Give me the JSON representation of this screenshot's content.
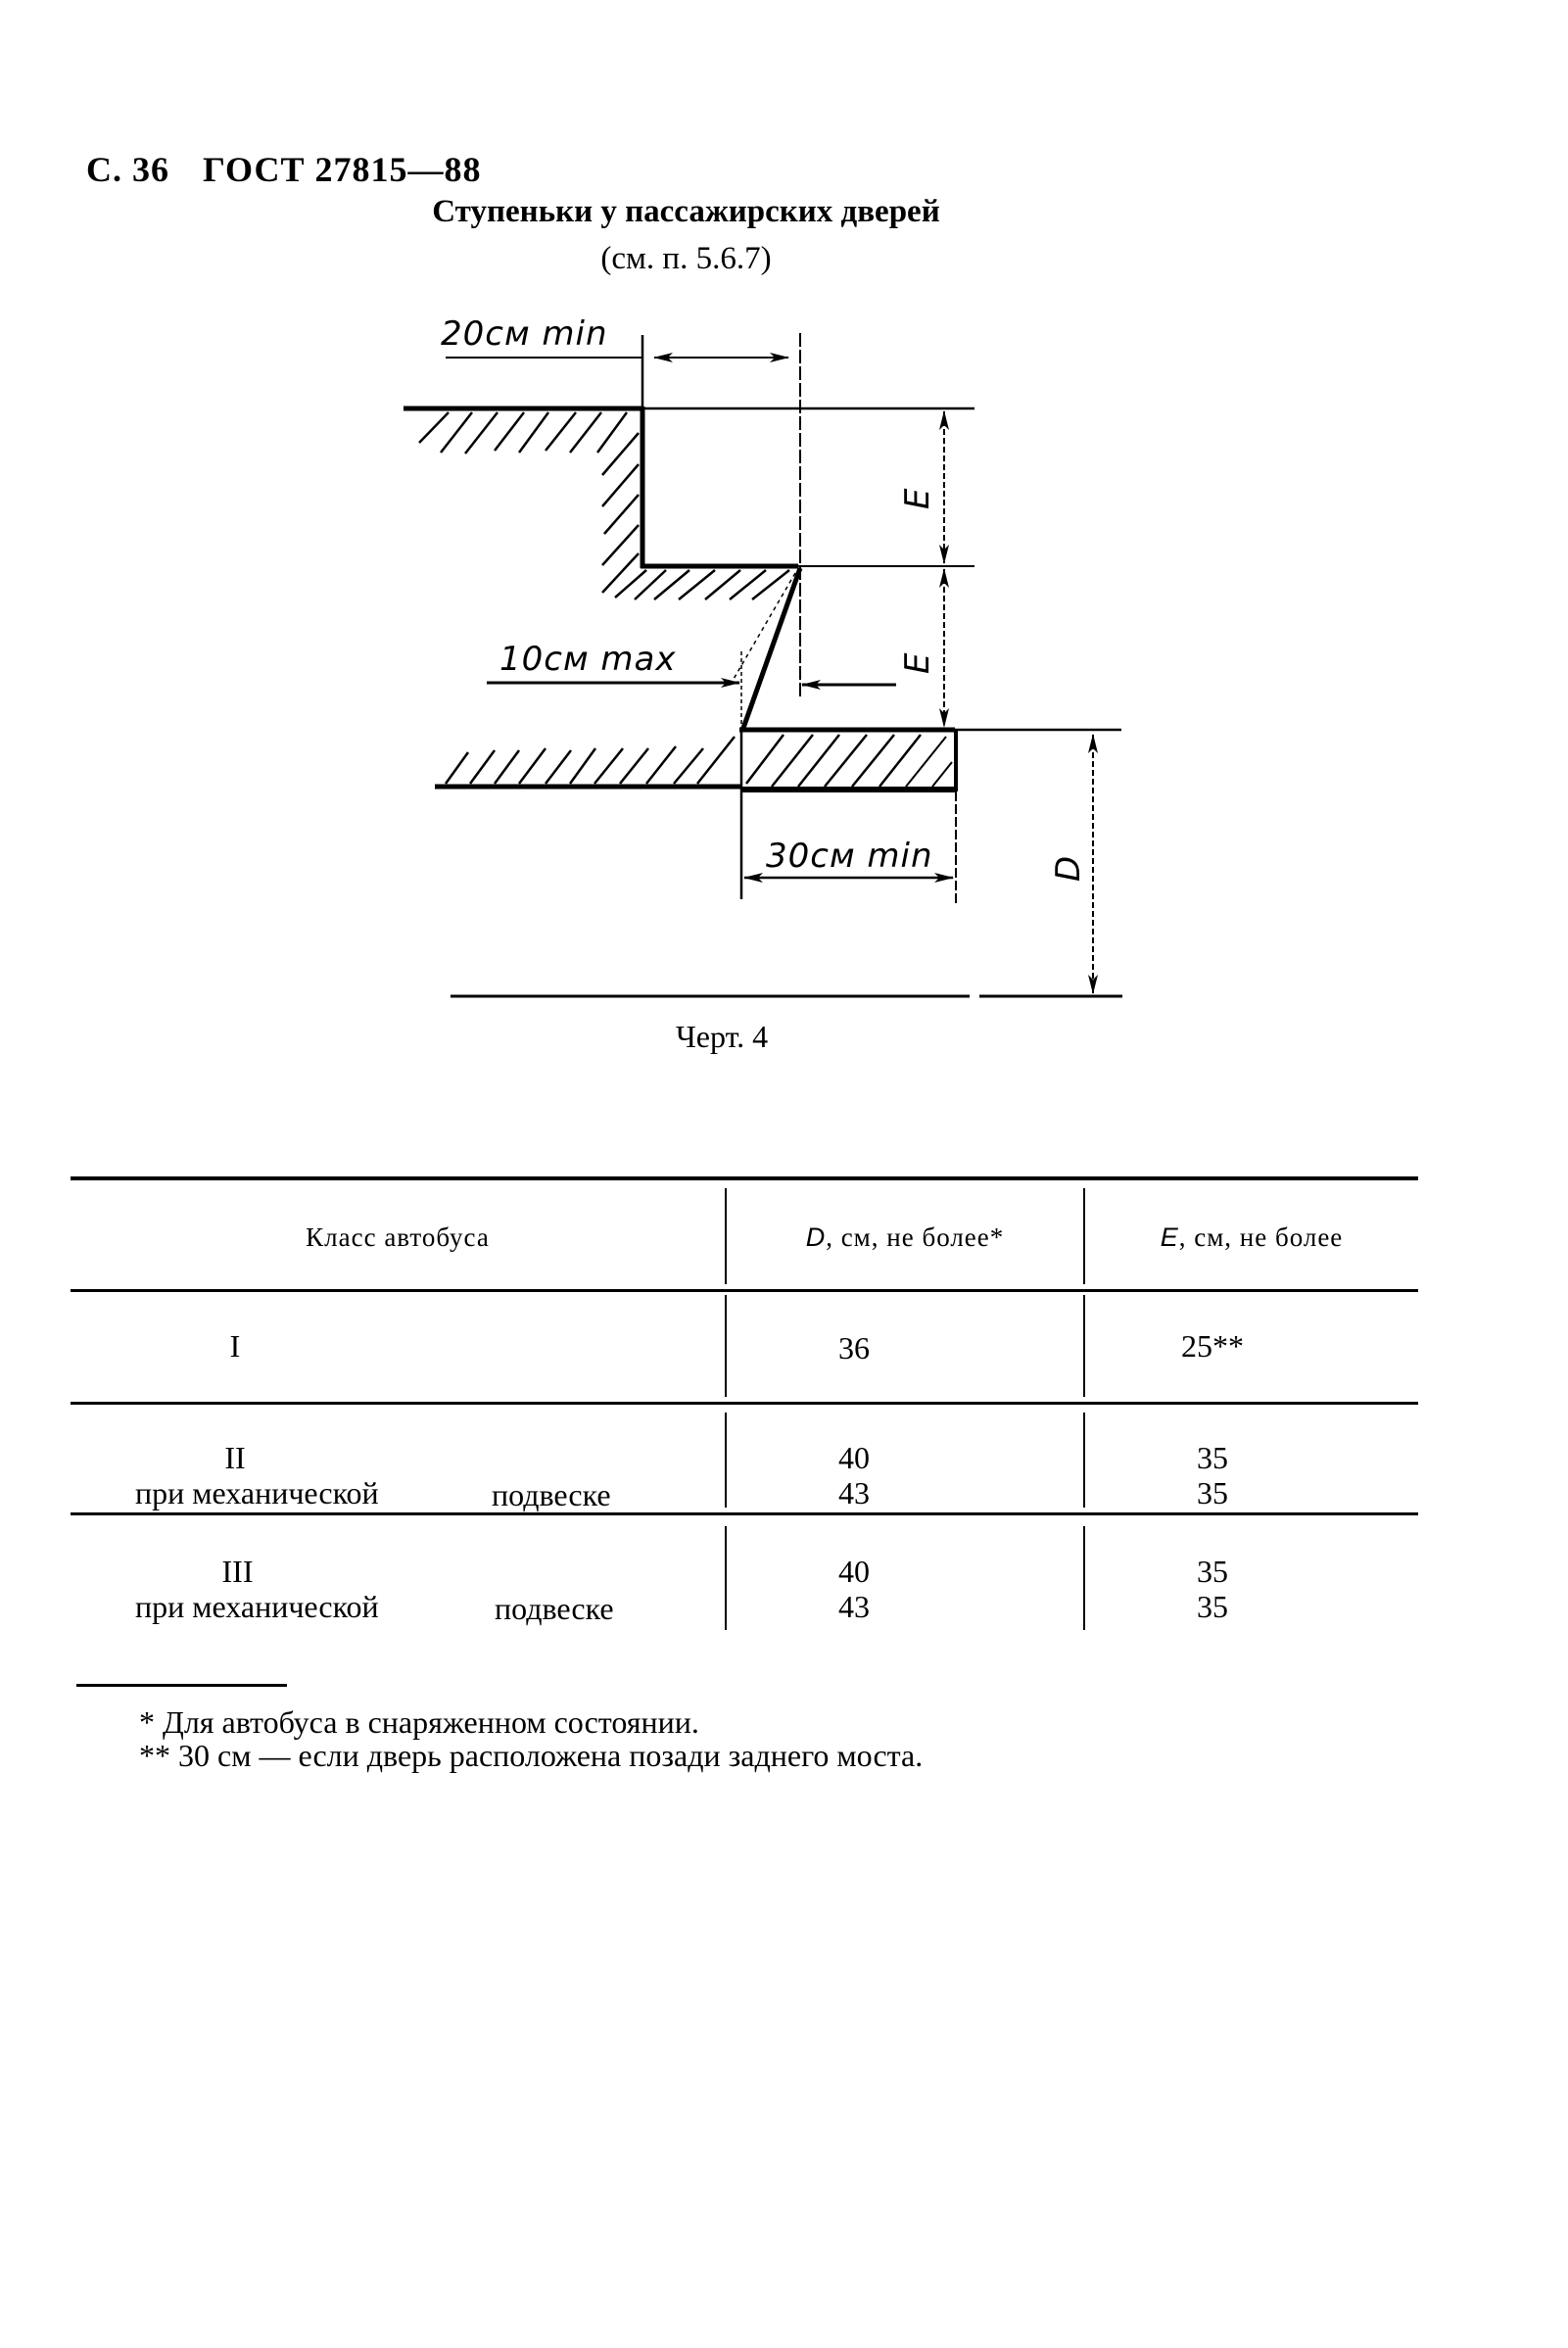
{
  "header": {
    "page_label": "С. 36",
    "standard": "ГОСТ 27815—88"
  },
  "figure": {
    "title": "Ступеньки у пассажирских дверей",
    "reference": "(см. п. 5.6.7)",
    "caption": "Черт. 4",
    "labels": {
      "step_depth_top": "20см min",
      "nosing_offset": "10см max",
      "step_depth_bottom": "30см min",
      "riser_height_upper": "E",
      "riser_height_lower": "E",
      "first_step_height": "D"
    }
  },
  "table": {
    "columns": [
      {
        "label": "Класс автобуса"
      },
      {
        "symbol": "D",
        "label": ", см, не более*"
      },
      {
        "symbol": "E",
        "label": ", см, не более"
      }
    ],
    "rows": [
      {
        "class": "I",
        "note": "",
        "D": [
          "36"
        ],
        "E": [
          "25**"
        ]
      },
      {
        "class": "II",
        "note_a": "при механической",
        "note_b": "подвеске",
        "D": [
          "40",
          "43"
        ],
        "E": [
          "35",
          "35"
        ]
      },
      {
        "class": "III",
        "note_a": "при механической",
        "note_b": "подвеске",
        "D": [
          "40",
          "43"
        ],
        "E": [
          "35",
          "35"
        ]
      }
    ]
  },
  "footnotes": [
    "* Для автобуса в снаряженном состоянии.",
    "** 30 см — если дверь расположена позади заднего моста."
  ]
}
